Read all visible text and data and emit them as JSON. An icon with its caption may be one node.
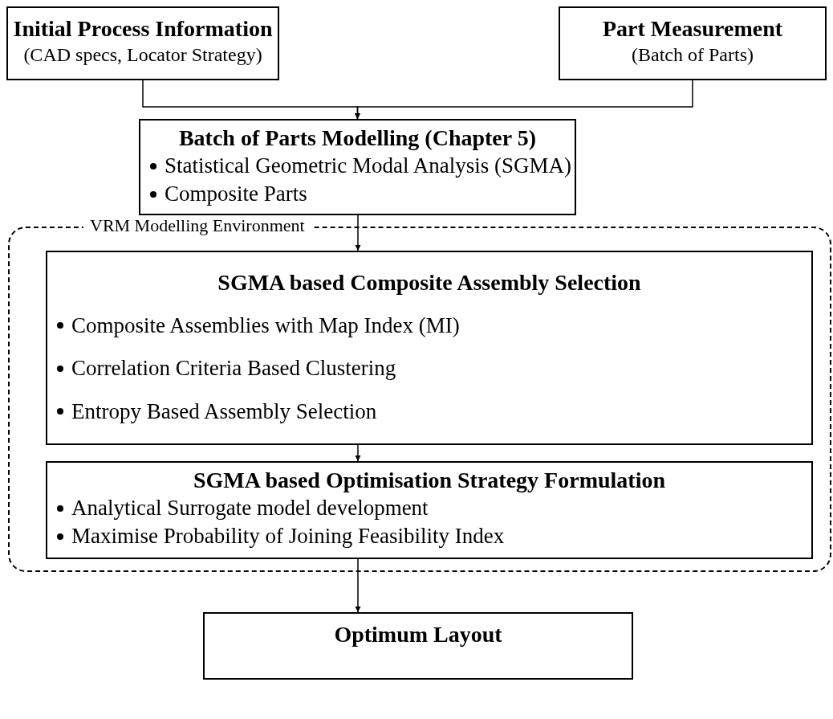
{
  "diagram": {
    "nodes": [
      {
        "text": [
          "Initial Process Information",
          "(CAD specs, Locator Strategy)"
        ]
      },
      {
        "text": [
          "Part Measurement",
          "(Batch of Parts)"
        ]
      },
      {
        "text": [
          "Batch of Parts Modelling (Chapter 5)",
          "Statistical Geometric Modal Analysis (SGMA)",
          "Composite Parts"
        ]
      },
      {
        "text": [
          "VRM Modelling Environment"
        ]
      },
      {
        "text": [
          "SGMA based Composite Assembly Selection",
          "Composite Assemblies with Map Index (MI)",
          "Correlation Criteria Based Clustering",
          "Entropy Based Assembly Selection"
        ],
        "in": 3
      },
      {
        "text": [
          "SGMA based Optimisation Strategy Formulation",
          "Analytical Surrogate model development",
          "Maximise Probability of Joining Feasibility Index"
        ],
        "in": 3
      },
      {
        "text": [
          "Optimum Layout"
        ]
      }
    ],
    "edges": [
      {
        "from": 0,
        "to": 2,
        "arrow": "to"
      },
      {
        "from": 1,
        "to": 2,
        "arrow": "to"
      },
      {
        "from": 2,
        "to": 4,
        "arrow": "to"
      },
      {
        "from": 4,
        "to": 5,
        "arrow": "to"
      },
      {
        "from": 5,
        "to": 6,
        "arrow": "to"
      }
    ]
  }
}
